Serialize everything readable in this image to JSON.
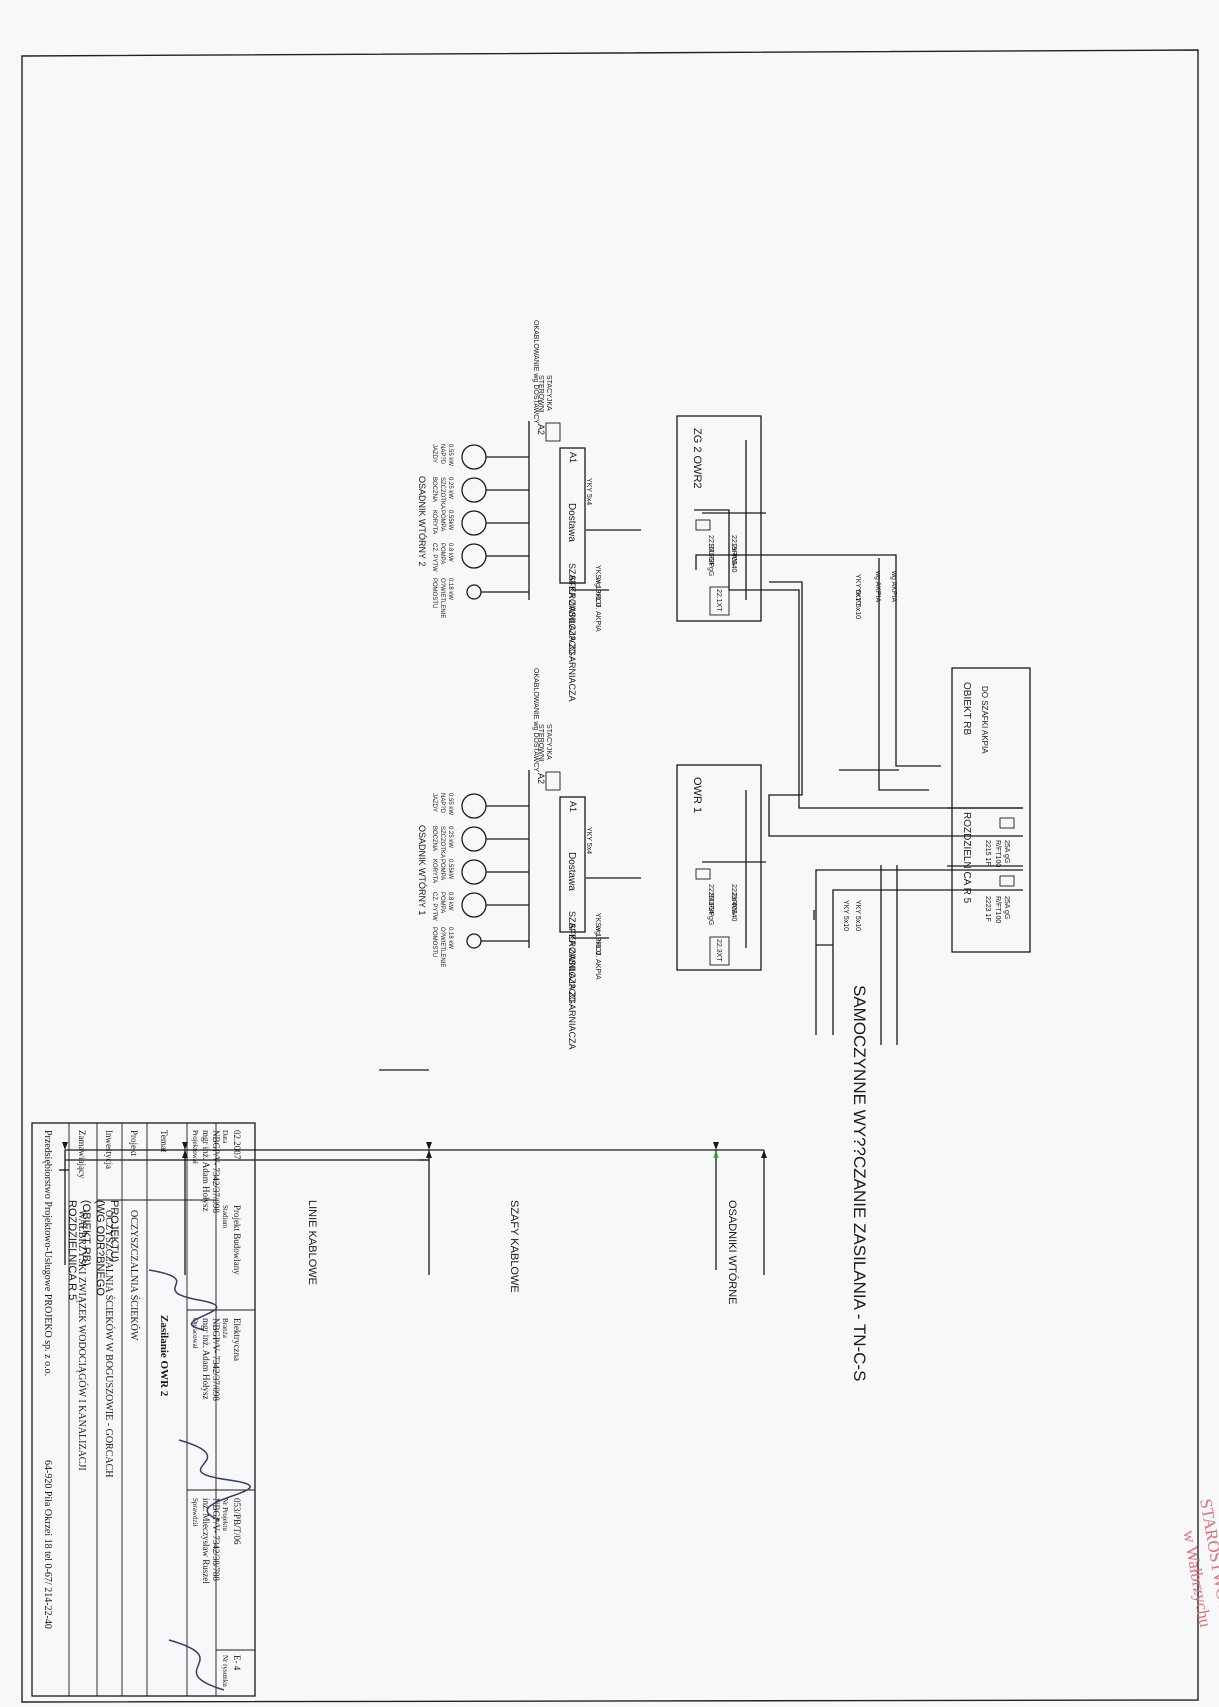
{
  "sheet_title": "SAMOCZYNNE WY??CZANIE ZASILANIA - TN-C-S",
  "legend": {
    "rozdzielnica": [
      "ROZDZIELNICA R 5",
      "(OBIEKT RB)",
      "(WG ODR?BNEGO",
      "PROJEKTU)"
    ],
    "linie": "LINIE KABLOWE",
    "szafy": "SZAFY KABLOWE",
    "osadniki": "OSADNIKI WTÓRNE"
  },
  "rb": {
    "title": "OBIEKT RB",
    "rozdz": "ROZDZIELNICA R 5",
    "do_szafki": "DO SZAFKI AKPIA",
    "f1": [
      "2215 1F",
      "R/FT100",
      "25A gG"
    ],
    "f2": [
      "2223 1F",
      "R/FT100",
      "25A gG"
    ]
  },
  "cables": {
    "yky510": "YKY 5x10",
    "yky510b": "YKY 5x10",
    "wgakpia": "wg AKPIA",
    "yky54": "YKY 5x4",
    "yksy": "YKSY 19x1.0",
    "wg_proj": "wg PROJ. AKPIA"
  },
  "zg2": {
    "title": "ZG 2 OWR2",
    "f_main": [
      "2219F",
      "2x WS40",
      "40A"
    ],
    "f_sub": [
      "2215LF",
      "STL 3P",
      "16A gG"
    ],
    "xt": "22.1XT",
    "szafka": [
      "SZAFKA ZASILAJ?CO -",
      "STEROWNICZA ZGARNIACZA"
    ],
    "a1": "A1",
    "a2": "A2",
    "dostawa": "Dostawa",
    "stacyjka": [
      "STACYJKA",
      "STEROWNI"
    ],
    "okablowanie": "OKABLOWANIE wg DOSTAWCY",
    "osadnik": "OSADNIK WTÓRNY 2",
    "motors": [
      [
        "0.55 kW",
        "NAP?D",
        "JAZDY"
      ],
      [
        "0.25 kW",
        "SZCZOTKA",
        "BOCZNA"
      ],
      [
        "0.55kW",
        "POMPA",
        "KORYTA"
      ],
      [
        "0.8 kW",
        "POMPA",
        "CZ. PYTW"
      ],
      [
        "0.18 kW",
        "O?WIETLENIE",
        "POMOSTU"
      ]
    ]
  },
  "owr1": {
    "title": "OWR 1",
    "f_main": [
      "2223F",
      "2x WS40",
      "40A"
    ],
    "f_sub": [
      "2225LF",
      "STL 3P",
      "16A gG"
    ],
    "xt": "22.3XT",
    "szafka": [
      "SZAFKA ZASILAJ?CO -",
      "STEROWNICZA ZGARNIACZA"
    ],
    "a1": "A1",
    "a2": "A2",
    "dostawa": "Dostawa",
    "stacyjka": [
      "STACYJKA",
      "STEROWNI"
    ],
    "okablowanie": "OKABLOWANIE wg DOSTAWCY",
    "osadnik": "OSADNIK WTÓRNY 1",
    "motors": [
      [
        "0.55 kW",
        "NAP?D",
        "JAZDY"
      ],
      [
        "0.25 kW",
        "SZCZOTKA",
        "BOCZNA"
      ],
      [
        "0.55kW",
        "POMPA",
        "KORYTA"
      ],
      [
        "0.8 kW",
        "POMPA",
        "CZ. PYTW"
      ],
      [
        "0.18 kW",
        "O?WIETLENIE",
        "POMOSTU"
      ]
    ]
  },
  "title_block": {
    "company": "Przedsiębiorstwo Projektowo-Usługowe PROJEKO sp. z o.o.",
    "address": "64-920 Piła Okrzei 18   tel 0-67/ 214-22-40",
    "zamawiajacy_label": "Zamawiający",
    "zamawiajacy": "WAŁBRZYSKI ZWIĄZEK WODOCIĄGÓW I KANALIZACJI",
    "inwestycja_label": "Inwestycja",
    "inwestycja": "OCZYSZCZALNIA ŚCIEKÓW W BOGUSZOWIE - GORCACH",
    "projekt_label": "Projekt",
    "projekt": "OCZYSZCZALNIA ŚCIEKÓW",
    "temat_label": "Temat",
    "temat": "Zasilanie OWR 2",
    "projektowal_label": "Projektował",
    "projektowal": [
      "mgr inż. Adam Hołysz",
      "NBGP/V- 7342/37/098"
    ],
    "opracowal_label": "Opracował",
    "opracowal": [
      "mgr inż. Adam Hołysz",
      "NBGP/V- 7342/37/098"
    ],
    "sprawdzil_label": "Sprawdził",
    "sprawdzil": [
      "inż. Mieczysław Ruszel",
      "NBGP/V- 7342/38/788"
    ],
    "data_label": "Data",
    "data": "02.2007",
    "stadium_label": "Stadium",
    "stadium": "Projekt Budowlany",
    "branza_label": "Branża",
    "branza": "Elektryczna",
    "nr_projektu_label": "Nr Projektu",
    "nr_projektu": "053/PB/T/06",
    "nr_rysunku_label": "Nr rysunku",
    "nr_rysunku": "E- 4"
  },
  "stamp": [
    "STAROSTWO POWIATOWE",
    "w Wałbrzychu"
  ]
}
